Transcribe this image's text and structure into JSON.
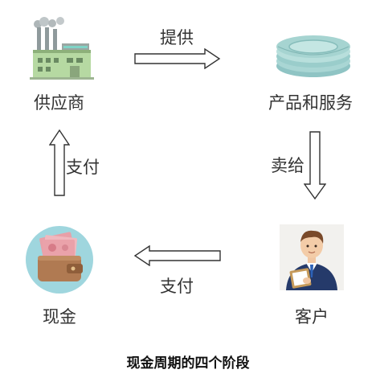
{
  "diagram": {
    "nodes": {
      "supplier": "供应商",
      "product": "产品和服务",
      "customer": "客户",
      "cash": "现金"
    },
    "edges": {
      "provide": "提供",
      "sell": "卖给",
      "pay_bottom": "支付",
      "pay_left": "支付"
    },
    "caption": "现金周期的四个阶段"
  }
}
